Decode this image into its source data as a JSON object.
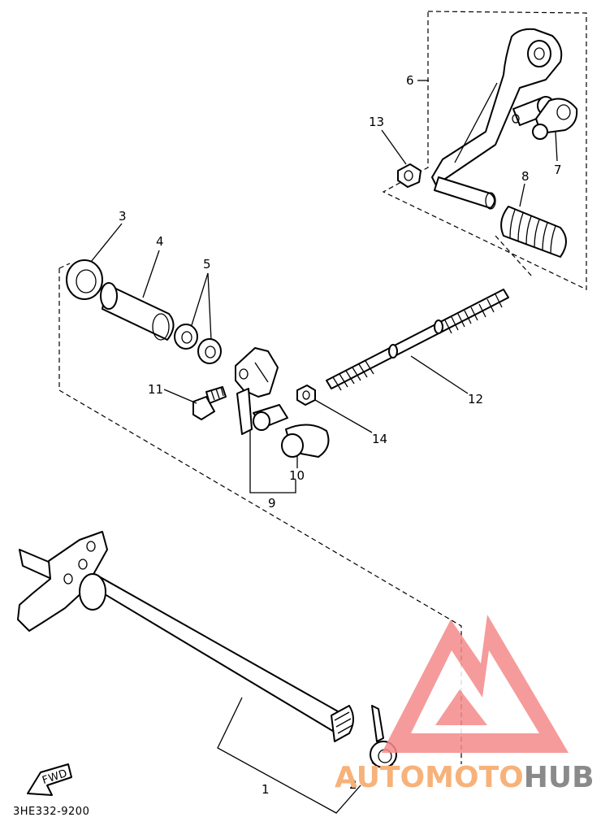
{
  "labels": {
    "p1": "1",
    "p2": "2",
    "p3": "3",
    "p4": "4",
    "p5": "5",
    "p6": "6",
    "p7": "7",
    "p8": "8",
    "p9": "9",
    "p10": "10",
    "p11": "11",
    "p12": "12",
    "p13": "13",
    "p14": "14"
  },
  "diagram_code": "3HE332-9200",
  "fwd_marker": "FWD",
  "watermark": {
    "part_a": "AUTOMOTO",
    "part_b": "HUB",
    "color_a": "#f7b27a",
    "color_b": "#8a8a8a",
    "logo_color": "#f58a8a"
  }
}
